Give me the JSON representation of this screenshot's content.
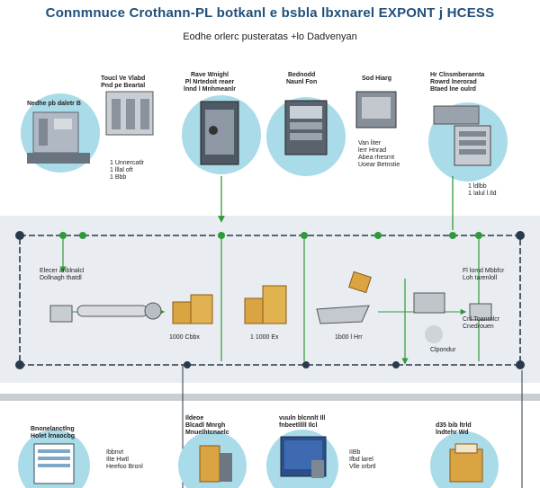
{
  "title": "Connmnuce Crothann-PL botkanl e bsbla lbxnarel EXPONT j HCESS",
  "subtitle": "Eodhe orlerc pusteratas +lo Dadvenyan",
  "colors": {
    "circle": "#a9dbe8",
    "band": "#e9edf2",
    "green": "#2f9a3a",
    "line": "#2a3a4a",
    "box": "#d9a441"
  },
  "top_labels": [
    "Nedhe pb daletr B",
    "Toucl Ve Vlabd\nPnd pe Beartal",
    "Rave Wnighl\nPl Nrtedoit reaer\nlnnd l Mnhmeanlr",
    "Bednodd\nNaunl Fon",
    "Sod Hiarg",
    "Hr Clnsmberaenta\nRowrd lnerorad\nBtaed lne oulrd"
  ],
  "mid_top_labels": [
    "1 Unnercatlr\n1 lllal oft\n1 Bbb",
    "Van liter\nlerr Hnrad\nAbea rhesrnt\nUoear Betnstie",
    "1 ldlbb\n1 Ialul l.Ild"
  ],
  "band_labels": [
    "Elecer anblnalcl\nDollnagh thatdl",
    "Fl lomd Mbbfcr\nLoh tarenloll",
    "Cnl Toanrnlcr\nCnedrouen"
  ],
  "box_labels": [
    "1000 Cbbx",
    "1 1000 Ex",
    "1b00 l Hrr",
    "Clpondur"
  ],
  "bottom_labels": [
    "Bnonelanctlng\nHolet lrnaocbg",
    "Ibbnvt\nIlte Hwtl\nHeefoo Bronl",
    "Ildeoe\nBlcadl Mnrgh\nMnuelhtcnaelc",
    "vuuln blcnnlt Ill\nfnbeetlllll Ilcl",
    "IIBb\nIfbd larel\nVlle orbrtl",
    "d35 bib ltrld\nlndtehr Wd"
  ]
}
